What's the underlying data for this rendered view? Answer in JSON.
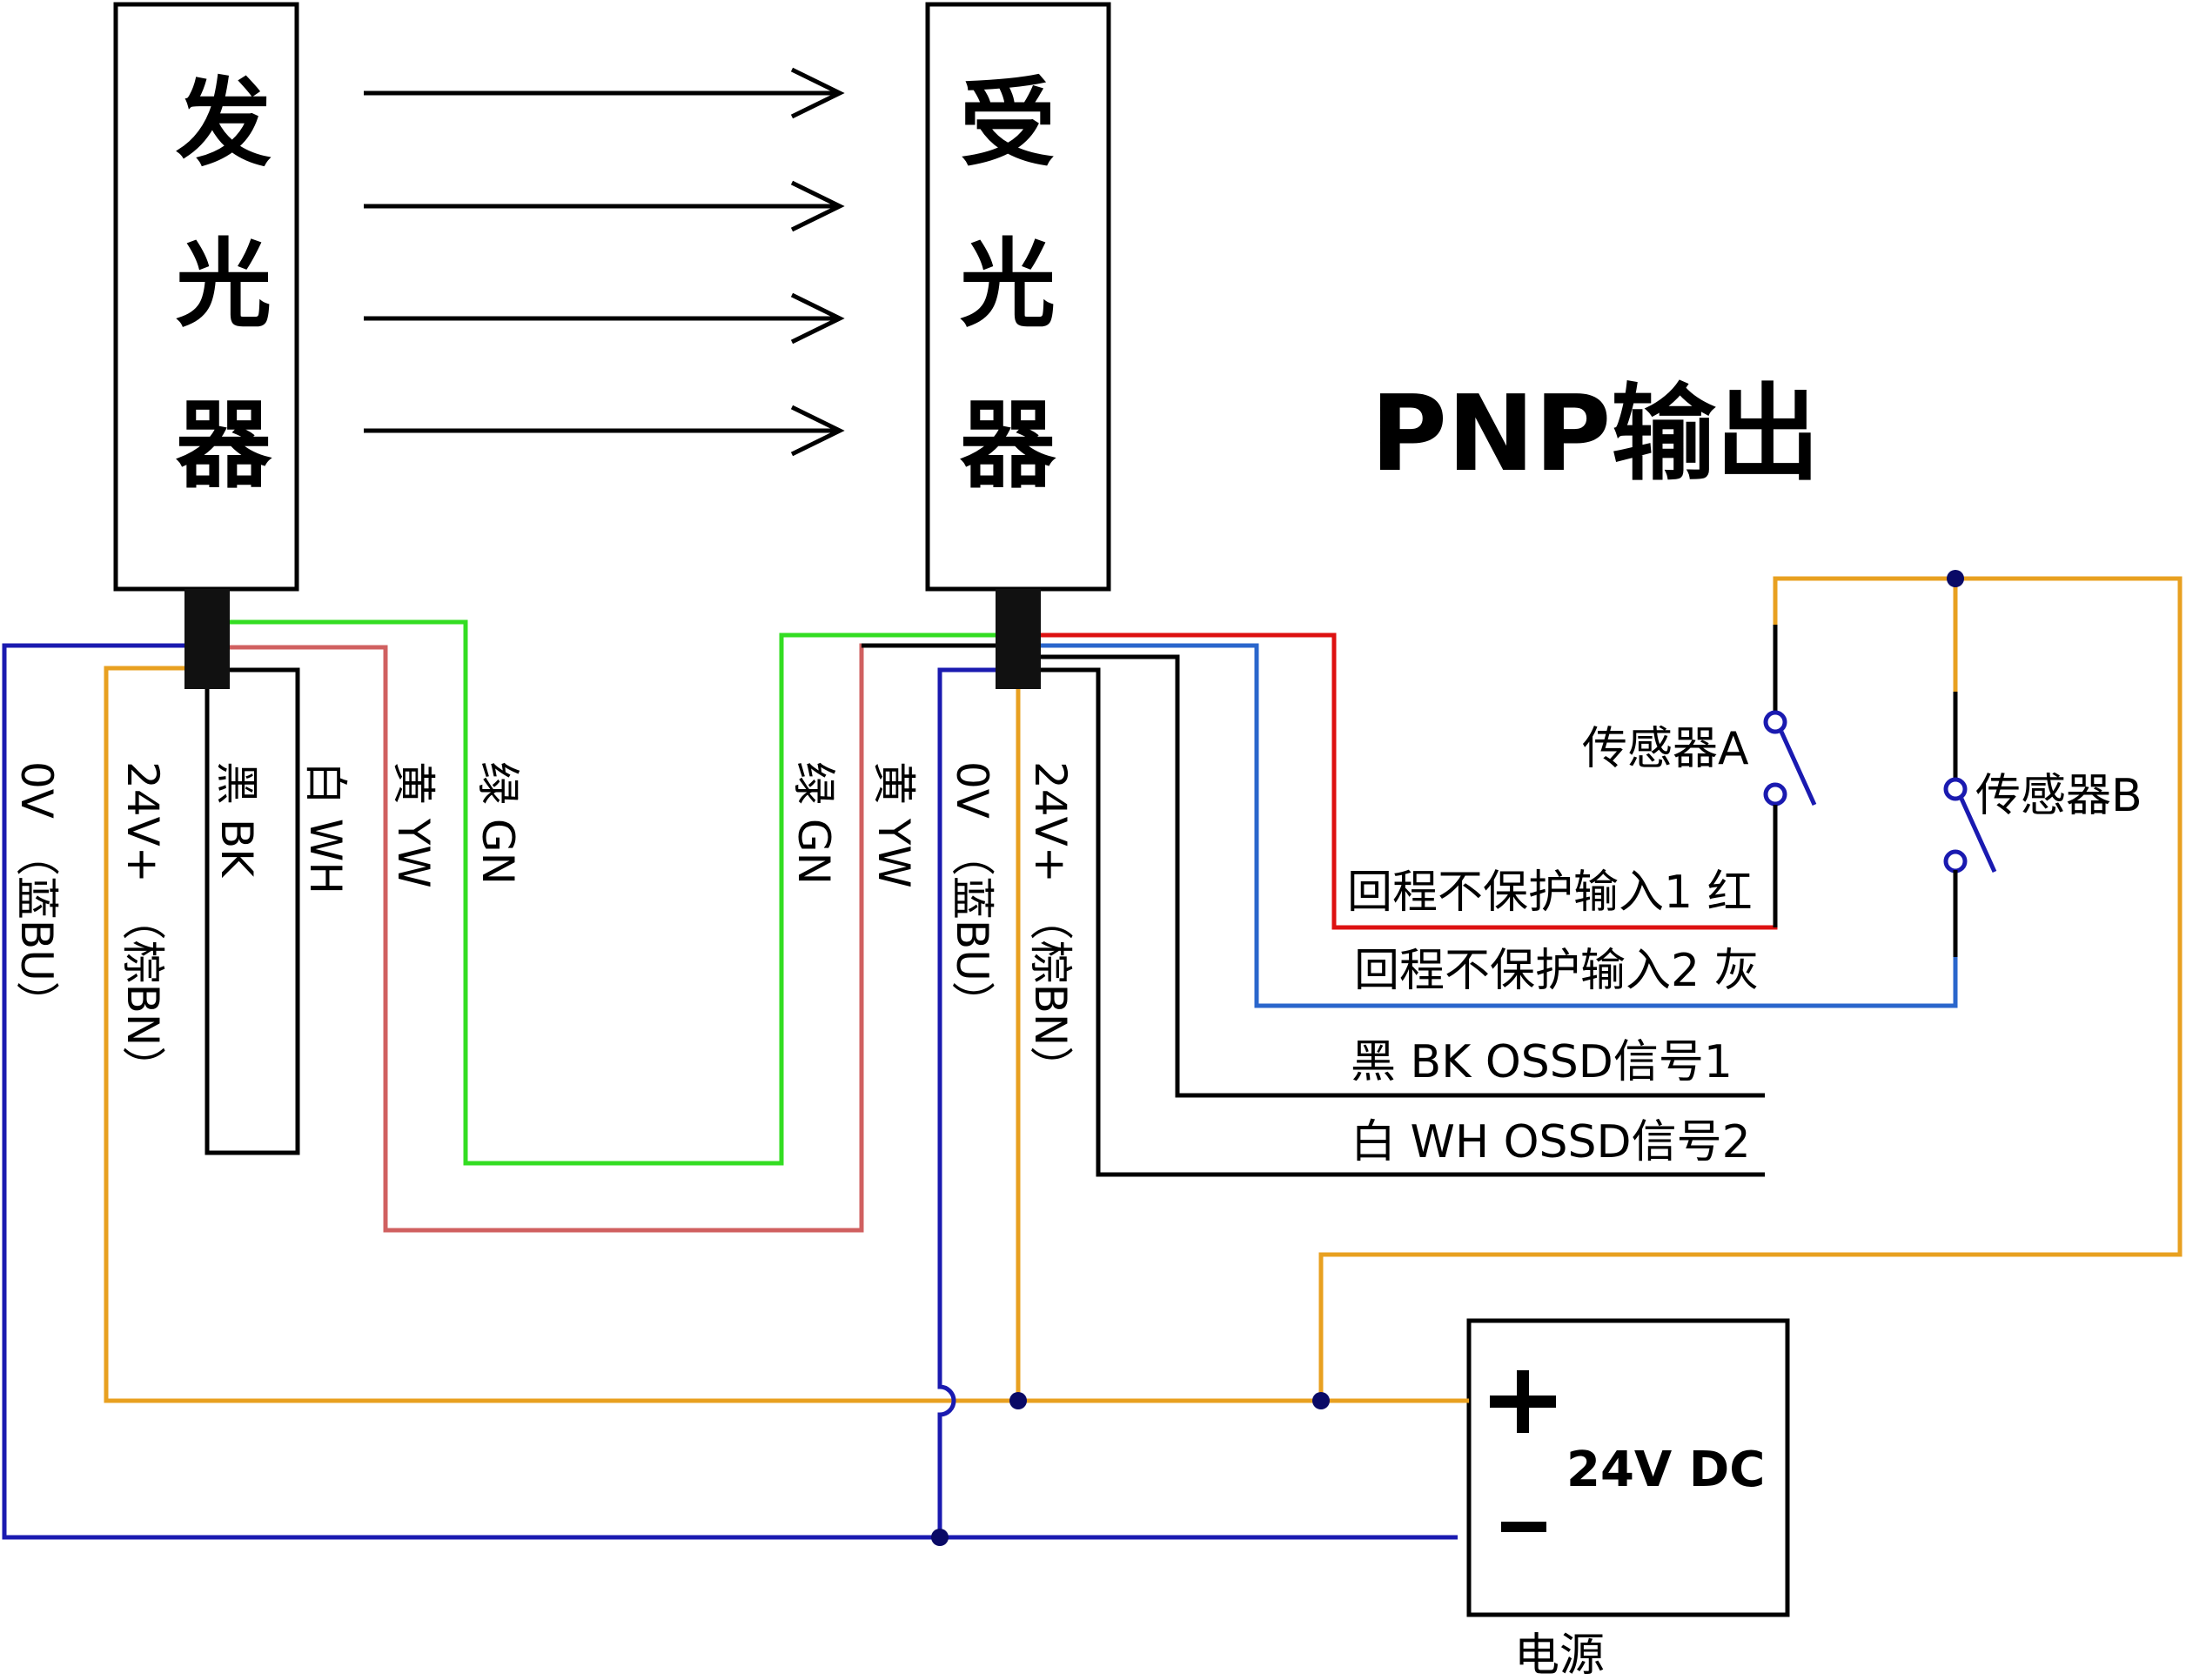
{
  "emitter": {
    "chars": [
      "发",
      "光",
      "器"
    ]
  },
  "receiver": {
    "chars": [
      "受",
      "光",
      "器"
    ]
  },
  "title": "PNP输出",
  "emitter_wires": {
    "blue": "0V （蓝BU）",
    "brown": "24V+ （棕BN）",
    "black": "黑 BK",
    "white": "白 WH",
    "yellow": "黄 YW",
    "green": "绿 GN"
  },
  "receiver_wires": {
    "green": "绿 GN",
    "yellow": "黄 YW",
    "blue": "0V （蓝BU）",
    "brown": "24V+ （棕BN）"
  },
  "outputs": {
    "red": "回程不保护输入1 红",
    "gray": "回程不保护输入2 灰",
    "black": "黑 BK  OSSD信号1",
    "white": "白 WH  OSSD信号2"
  },
  "sensors": {
    "a": "传感器A",
    "b": "传感器B"
  },
  "power": {
    "plus": "+",
    "minus": "−",
    "label": "24V DC",
    "caption": "电源"
  },
  "colors": {
    "orange": "#E8A020",
    "blue": "#1A1AB0",
    "green": "#33DD22",
    "pink": "#D06060",
    "red": "#DD1111",
    "gray_blue": "#2A66CC",
    "black": "#000000",
    "junction": "#0A0A66"
  }
}
